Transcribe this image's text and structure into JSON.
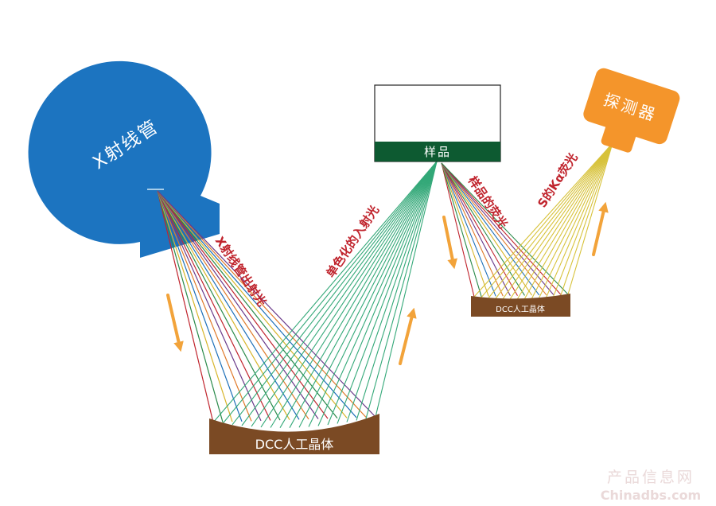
{
  "labels": {
    "xray_tube": "X射线管",
    "sample": "样品",
    "detector": "探测器",
    "tube_emission": "X射线管出射光",
    "monochromatic": "单色化的入射光",
    "sample_fluorescence": "样品的荧光",
    "s_ka": "S的Kα荧光",
    "crystal_main": "DCC人工晶体",
    "crystal_small": "DCC人工晶体"
  },
  "watermark": {
    "line1": "产品信息网",
    "line2": "Chinadbs.com"
  },
  "colors": {
    "tube": "#1c74c0",
    "sample_bar": "#0d5a31",
    "detector": "#f4952b",
    "crystal": "#7b4a24",
    "arrow": "#f2a33a",
    "label_red": "#c0242d",
    "beam_green": "#33a878",
    "beam_yellow": "#d7c23a",
    "watermark": "#ead9d9"
  }
}
